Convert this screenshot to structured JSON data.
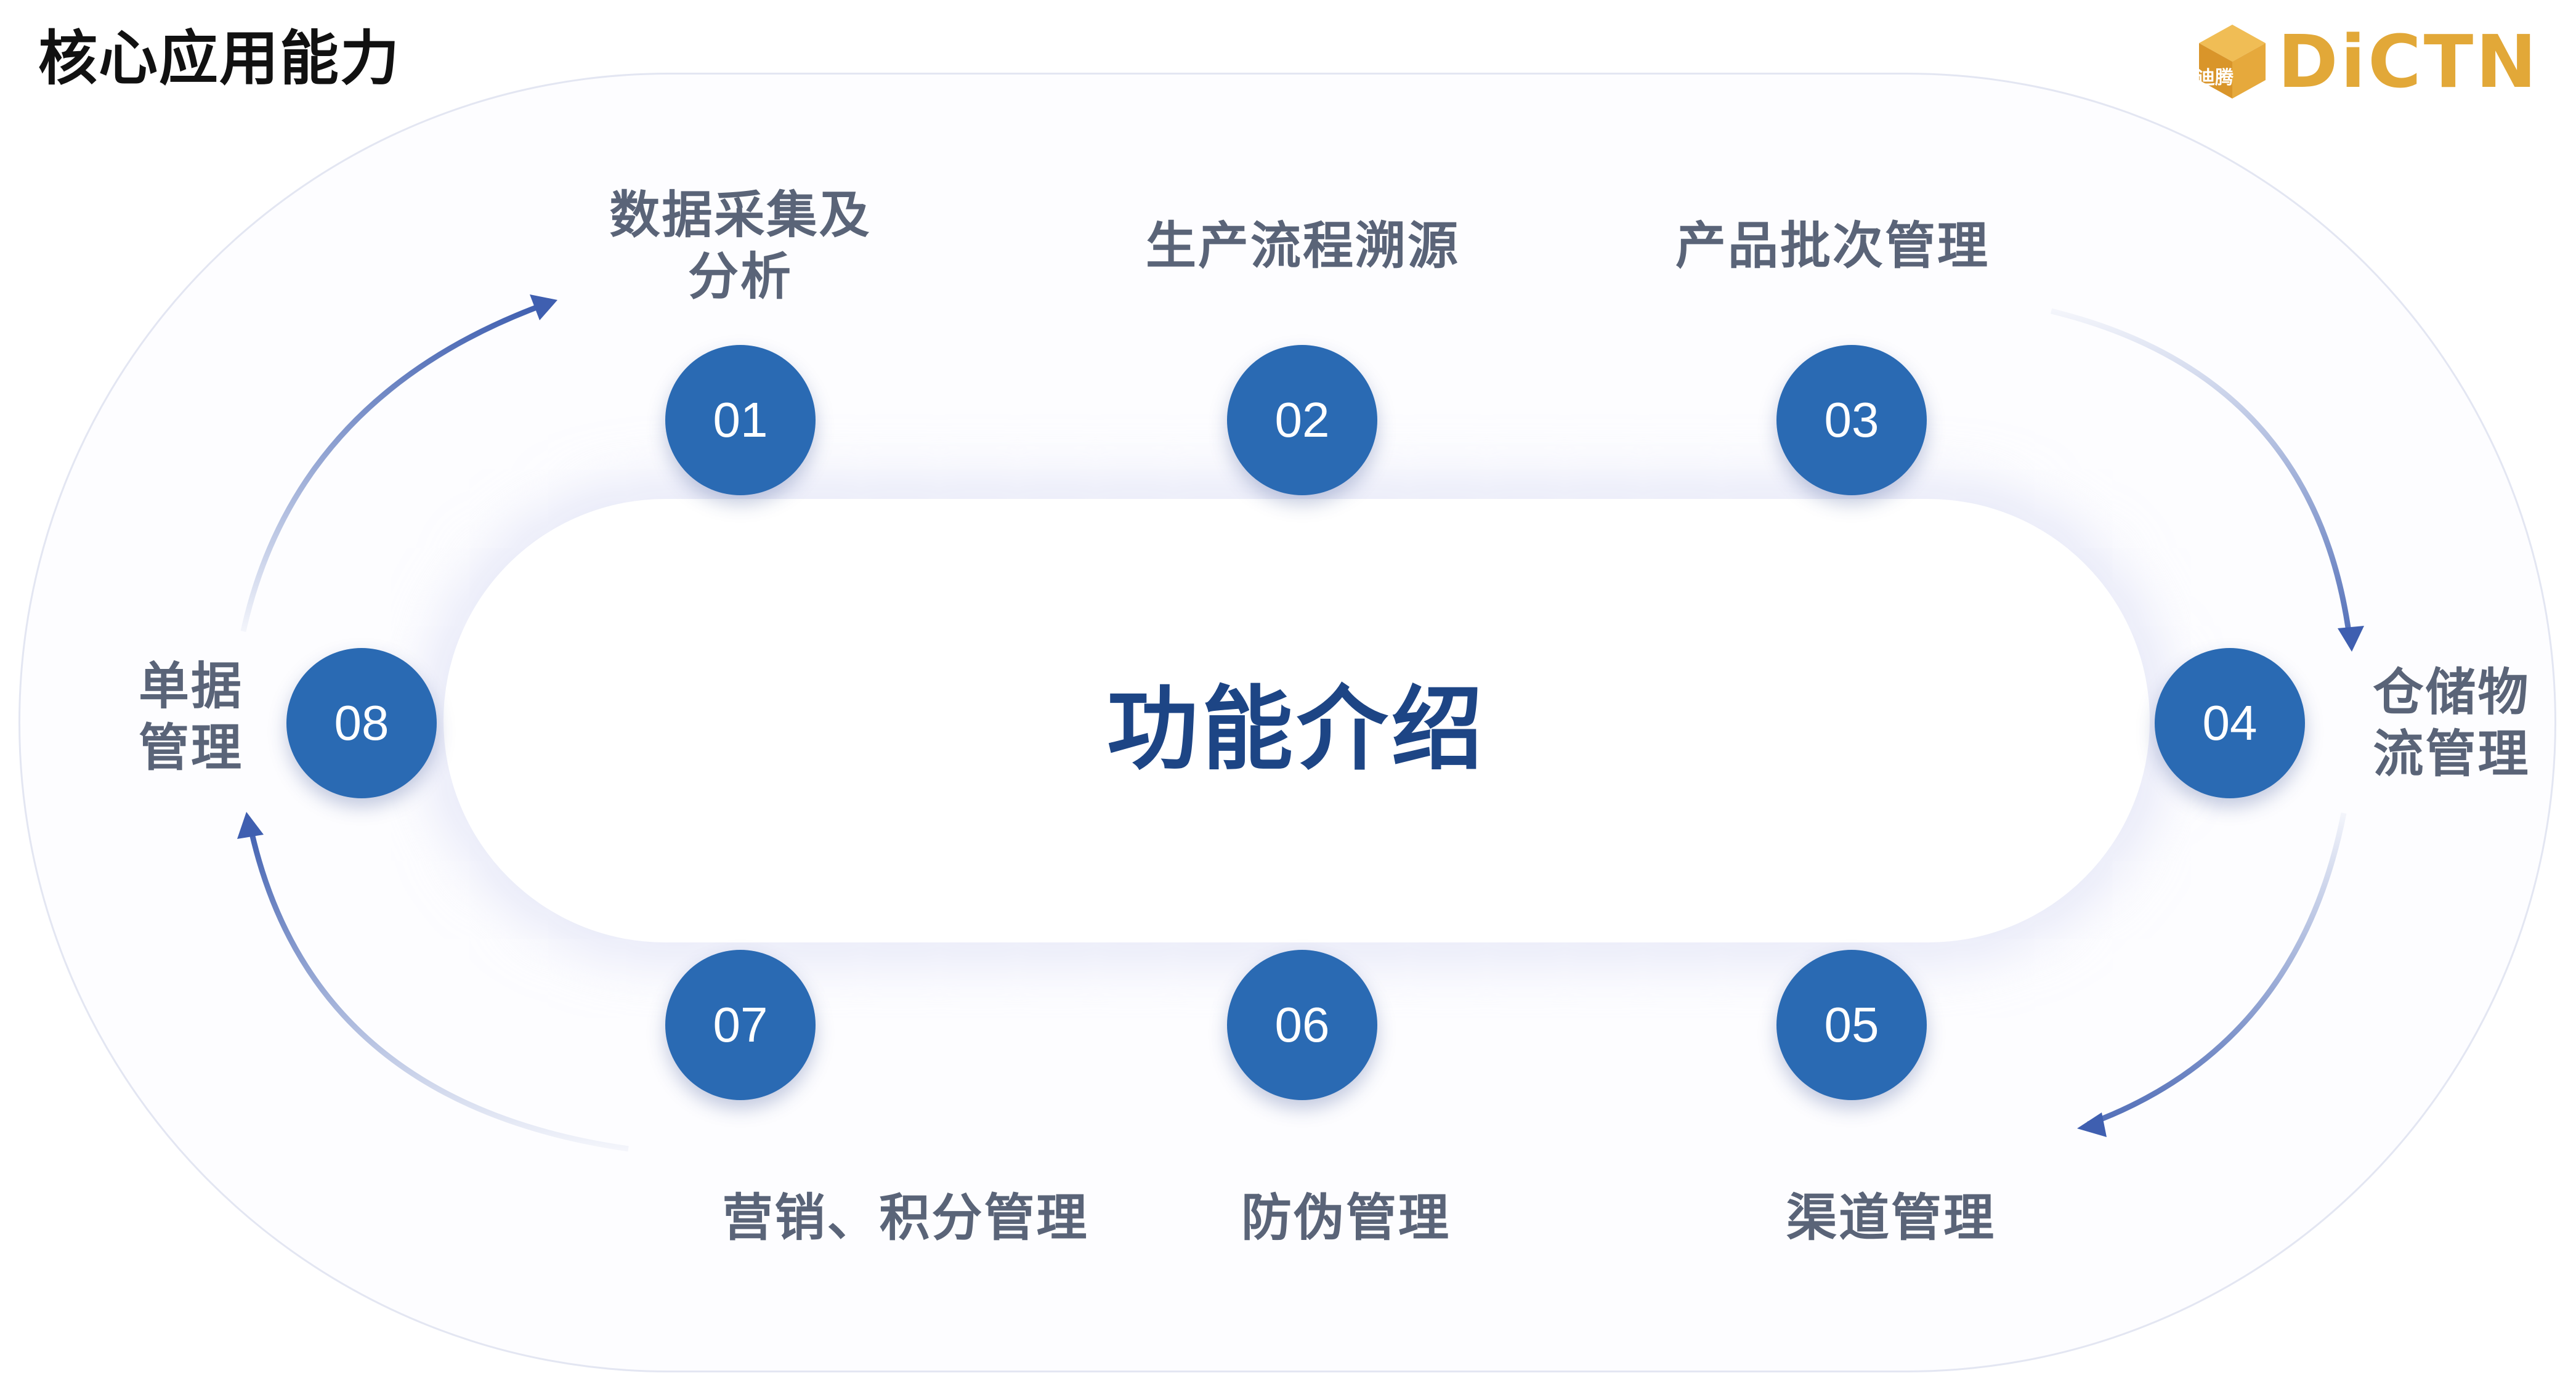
{
  "header": {
    "title": "核心应用能力"
  },
  "logo": {
    "text": "DiCTN",
    "emblem_text": "迪腾"
  },
  "center": {
    "title": "功能介绍"
  },
  "nodes": [
    {
      "num": "01",
      "label_lines": [
        "数据采集及",
        "分析"
      ]
    },
    {
      "num": "02",
      "label_lines": [
        "生产流程溯源"
      ]
    },
    {
      "num": "03",
      "label_lines": [
        "产品批次管理"
      ]
    },
    {
      "num": "04",
      "label_lines": [
        "仓储物",
        "流管理"
      ]
    },
    {
      "num": "05",
      "label_lines": [
        "渠道管理"
      ]
    },
    {
      "num": "06",
      "label_lines": [
        "防伪管理"
      ]
    },
    {
      "num": "07",
      "label_lines": [
        "营销、积分管理"
      ]
    },
    {
      "num": "08",
      "label_lines": [
        "单据",
        "管理"
      ]
    }
  ],
  "colors": {
    "node": "#2a6ab3",
    "title": "#1d4585",
    "logo": "#e2a838",
    "arrow": "#3f5fb0"
  }
}
